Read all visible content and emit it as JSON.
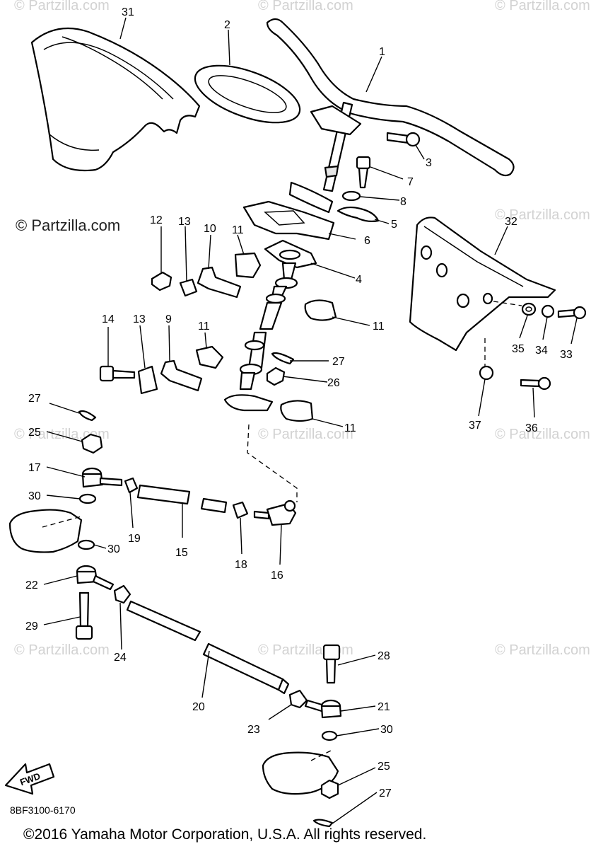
{
  "watermark": {
    "primary": "© Partzilla.com",
    "faint": "© Partzilla.com"
  },
  "diagram_code": "8BF3100-6170",
  "copyright": "©2016 Yamaha Motor Corporation, U.S.A. All rights reserved.",
  "fwd_label": "FWD",
  "callouts": {
    "p1": "1",
    "p2": "2",
    "p3": "3",
    "p4": "4",
    "p5": "5",
    "p6": "6",
    "p7": "7",
    "p8": "8",
    "p9": "9",
    "p10": "10",
    "p11a": "11",
    "p11b": "11",
    "p11c": "11",
    "p11d": "11",
    "p12": "12",
    "p13a": "13",
    "p13b": "13",
    "p14": "14",
    "p15": "15",
    "p16": "16",
    "p17": "17",
    "p18": "18",
    "p19": "19",
    "p20": "20",
    "p21": "21",
    "p22": "22",
    "p23": "23",
    "p24": "24",
    "p25a": "25",
    "p25b": "25",
    "p26": "26",
    "p27a": "27",
    "p27b": "27",
    "p27c": "27",
    "p28": "28",
    "p29": "29",
    "p30a": "30",
    "p30b": "30",
    "p30c": "30",
    "p31": "31",
    "p32": "32",
    "p33": "33",
    "p34": "34",
    "p35": "35",
    "p36": "36",
    "p37": "37"
  }
}
